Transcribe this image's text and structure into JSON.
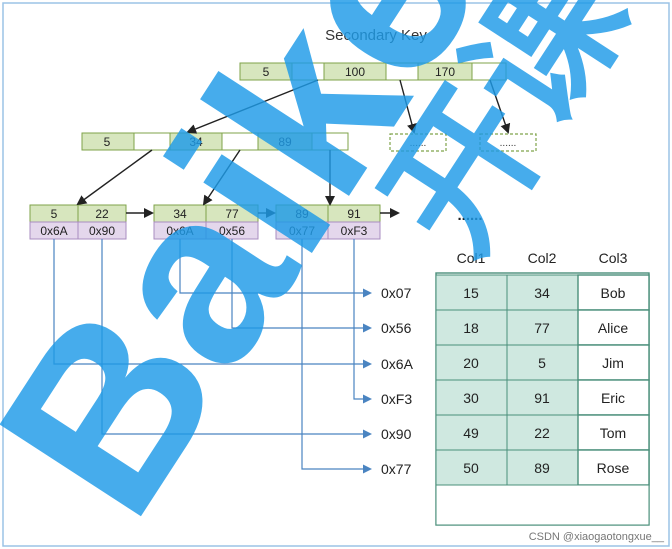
{
  "title": "Secondary Key",
  "watermark": {
    "text_latin": "Baike",
    "text_cjk": "开课",
    "color": "#1e9be8"
  },
  "footer": {
    "credit": "CSDN @xiaogaotongxue__"
  },
  "root": {
    "keys": [
      "5",
      "100",
      "170"
    ],
    "child_placeholder": "......"
  },
  "level2": {
    "keys": [
      "5",
      "34",
      "89"
    ]
  },
  "leaves": [
    {
      "keys": [
        "5",
        "22"
      ],
      "ptrs": [
        "0x6A",
        "0x90"
      ]
    },
    {
      "keys": [
        "34",
        "77"
      ],
      "ptrs": [
        "0x6A",
        "0x56"
      ]
    },
    {
      "keys": [
        "89",
        "91"
      ],
      "ptrs": [
        "0x77",
        "0xF3"
      ]
    }
  ],
  "leaf_ellipsis": "......",
  "addresses": [
    "0x07",
    "0x56",
    "0x6A",
    "0xF3",
    "0x90",
    "0x77"
  ],
  "table": {
    "headers": [
      "Col1",
      "Col2",
      "Col3"
    ],
    "rows": [
      [
        "15",
        "34",
        "Bob"
      ],
      [
        "18",
        "77",
        "Alice"
      ],
      [
        "20",
        "5",
        "Jim"
      ],
      [
        "30",
        "91",
        "Eric"
      ],
      [
        "49",
        "22",
        "Tom"
      ],
      [
        "50",
        "89",
        "Rose"
      ]
    ]
  },
  "colors": {
    "key_fill": "#d7e6be",
    "key_stroke": "#7fa34a",
    "ptr_fill": "#e4d7ec",
    "ptr_stroke": "#a98cc0",
    "line": "#4a84c1",
    "arrow": "#222222",
    "table_fill": "#cfe8e0",
    "table_stroke": "#4a8f7a"
  }
}
